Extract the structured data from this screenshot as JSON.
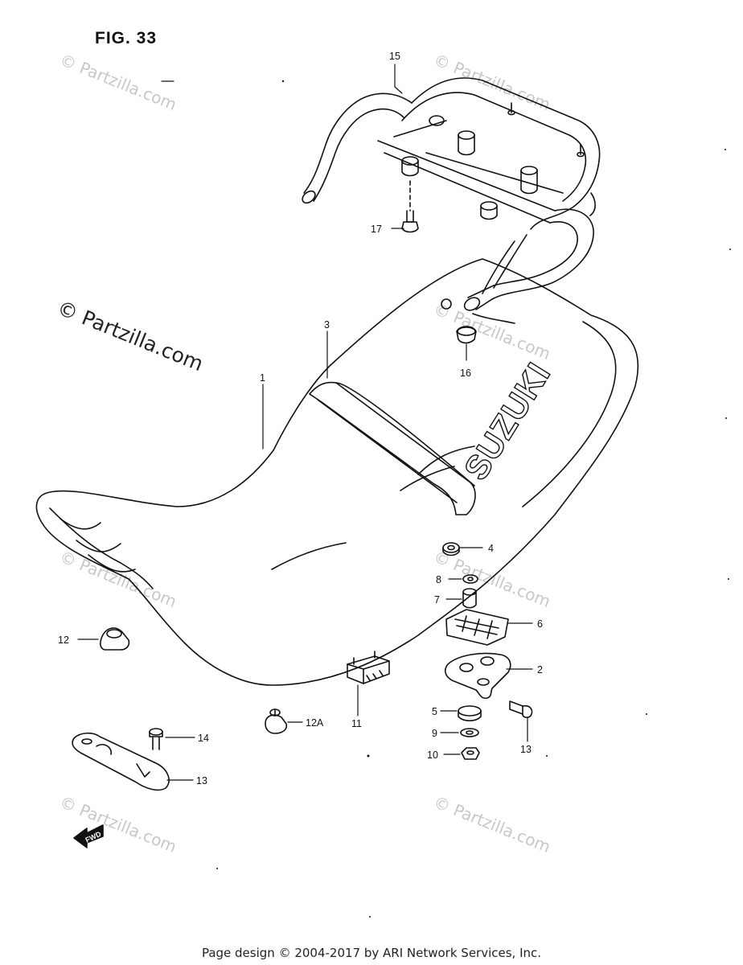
{
  "figure": {
    "title": "FIG. 33"
  },
  "watermarks": {
    "large": "© Partzilla.com",
    "small": "© Partzilla.com"
  },
  "brand_logo": "SUZUKI",
  "fwd_arrow": "FWD",
  "part_labels": {
    "p1": "1",
    "p2": "2",
    "p3": "3",
    "p4": "4",
    "p5": "5",
    "p6": "6",
    "p7": "7",
    "p8": "8",
    "p9": "9",
    "p10": "10",
    "p11": "11",
    "p12": "12",
    "p12a": "12A",
    "p13a": "13",
    "p13b": "13",
    "p14": "14",
    "p15": "15",
    "p16": "16",
    "p17": "17"
  },
  "footer": {
    "text": "Page design © 2004-2017 by ARI Network Services, Inc."
  }
}
